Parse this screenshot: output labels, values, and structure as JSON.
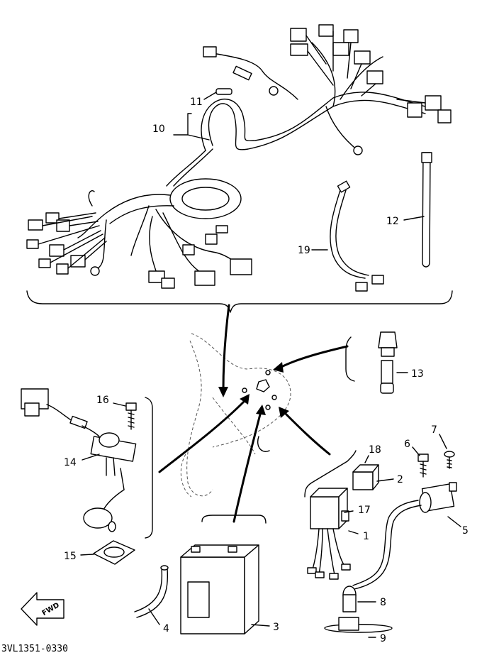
{
  "diagram": {
    "code": "3VL1351-0330",
    "fwd_label": "FWD",
    "callouts": [
      {
        "id": "c1",
        "label": "1"
      },
      {
        "id": "c2",
        "label": "2"
      },
      {
        "id": "c3",
        "label": "3"
      },
      {
        "id": "c4",
        "label": "4"
      },
      {
        "id": "c5",
        "label": "5"
      },
      {
        "id": "c6",
        "label": "6"
      },
      {
        "id": "c7",
        "label": "7"
      },
      {
        "id": "c8",
        "label": "8"
      },
      {
        "id": "c9",
        "label": "9"
      },
      {
        "id": "c10",
        "label": "10"
      },
      {
        "id": "c11",
        "label": "11"
      },
      {
        "id": "c12",
        "label": "12"
      },
      {
        "id": "c13",
        "label": "13"
      },
      {
        "id": "c14",
        "label": "14"
      },
      {
        "id": "c15",
        "label": "15"
      },
      {
        "id": "c16",
        "label": "16"
      },
      {
        "id": "c17",
        "label": "17"
      },
      {
        "id": "c18",
        "label": "18"
      },
      {
        "id": "c19",
        "label": "19"
      }
    ]
  }
}
